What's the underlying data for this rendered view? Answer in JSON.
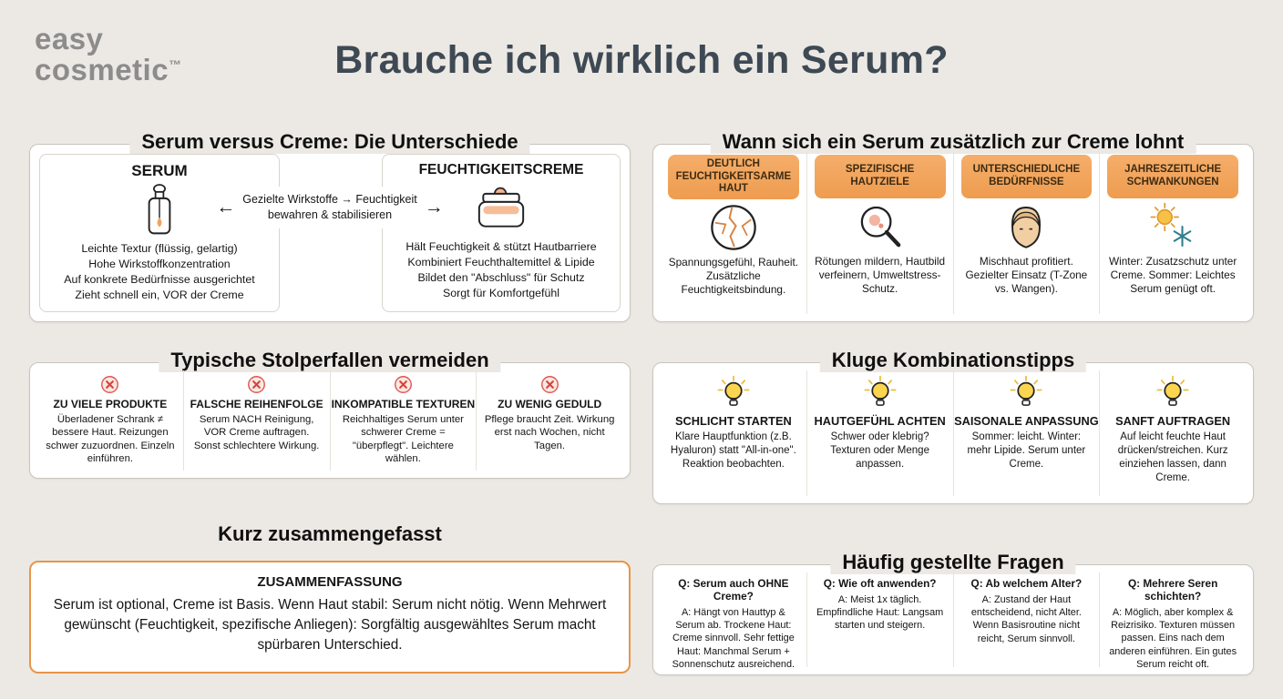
{
  "page": {
    "logo": {
      "line1": "easy",
      "line2": "cosmetic",
      "tm": "™"
    },
    "title": "Brauche ich wirklich ein Serum?"
  },
  "colors": {
    "background": "#ECE9E4",
    "accent_orange": "#F2A55F",
    "summary_border": "#E8954A",
    "error_red": "#D9534F",
    "bulb_yellow": "#FBD54F",
    "title_slate": "#3E4954",
    "logo_gray": "#8C8C8C"
  },
  "comparison": {
    "panel_title": "Serum versus Creme: Die Unterschiede",
    "serum": {
      "title": "SERUM",
      "icon": "serum-dropper-bottle-icon",
      "lines": [
        "Leichte Textur (flüssig, gelartig)",
        "Hohe Wirkstoffkonzentration",
        "Auf konkrete Bedürfnisse ausgerichtet",
        "Zieht schnell ein, VOR der Creme"
      ]
    },
    "flow": {
      "left_arrow": "←",
      "line1": "Gezielte Wirkstoffe → Feuchtigkeit",
      "line2": "bewahren & stabilisieren",
      "right_arrow": "→"
    },
    "cream": {
      "title": "FEUCHTIGKEITSCREME",
      "icon": "cream-jar-icon",
      "lines": [
        "Hält Feuchtigkeit & stützt Hautbarriere",
        "Kombiniert Feuchthaltemittel & Lipide",
        "Bildet den \"Abschluss\" für Schutz",
        "Sorgt für Komfortgefühl"
      ]
    }
  },
  "benefits": {
    "panel_title": "Wann sich ein Serum zusätzlich zur Creme lohnt",
    "items": [
      {
        "badge": "DEUTLICH FEUCHTIGKEITSARME HAUT",
        "icon": "cracked-dry-skin-icon",
        "text": "Spannungsgefühl, Rauheit. Zusätzliche Feuchtigkeitsbindung."
      },
      {
        "badge": "SPEZIFISCHE HAUTZIELE",
        "icon": "magnifier-skin-icon",
        "text": "Rötungen mildern, Hautbild verfeinern, Umweltstress-Schutz."
      },
      {
        "badge": "UNTERSCHIEDLICHE BEDÜRFNISSE",
        "icon": "face-icon",
        "text": "Mischhaut profitiert. Gezielter Einsatz (T-Zone vs. Wangen)."
      },
      {
        "badge": "JAHRESZEITLICHE SCHWANKUNGEN",
        "icon": "sun-snowflake-icon",
        "text": "Winter: Zusatzschutz unter Creme. Sommer: Leichtes Serum genügt oft."
      }
    ]
  },
  "pitfalls": {
    "panel_title": "Typische Stolperfallen vermeiden",
    "items": [
      {
        "icon": "error-cross-icon",
        "title": "ZU VIELE PRODUKTE",
        "text": "Überladener Schrank ≠ bessere Haut. Reizungen schwer zuzuordnen. Einzeln einführen."
      },
      {
        "icon": "error-cross-icon",
        "title": "FALSCHE REIHENFOLGE",
        "text": "Serum NACH Reinigung, VOR Creme auftragen. Sonst schlechtere Wirkung."
      },
      {
        "icon": "error-cross-icon",
        "title": "INKOMPATIBLE TEXTUREN",
        "text": "Reichhaltiges Serum unter schwerer Creme = \"überpflegt\". Leichtere wählen."
      },
      {
        "icon": "error-cross-icon",
        "title": "ZU WENIG GEDULD",
        "text": "Pflege braucht Zeit. Wirkung erst nach Wochen, nicht Tagen."
      }
    ]
  },
  "tips": {
    "panel_title": "Kluge Kombinationstipps",
    "items": [
      {
        "icon": "lightbulb-icon",
        "title": "SCHLICHT STARTEN",
        "text": "Klare Hauptfunktion (z.B. Hyaluron) statt \"All-in-one\". Reaktion beobachten."
      },
      {
        "icon": "lightbulb-icon",
        "title": "HAUTGEFÜHL ACHTEN",
        "text": "Schwer oder klebrig? Texturen oder Menge anpassen."
      },
      {
        "icon": "lightbulb-icon",
        "title": "SAISONALE ANPASSUNG",
        "text": "Sommer: leicht. Winter: mehr Lipide. Serum unter Creme."
      },
      {
        "icon": "lightbulb-icon",
        "title": "SANFT AUFTRAGEN",
        "text": "Auf leicht feuchte Haut drücken/streichen. Kurz einziehen lassen, dann Creme."
      }
    ]
  },
  "summary": {
    "heading": "Kurz zusammengefasst",
    "box_title": "ZUSAMMENFASSUNG",
    "text": "Serum ist optional, Creme ist Basis. Wenn Haut stabil: Serum nicht nötig. Wenn Mehrwert gewünscht (Feuchtigkeit, spezifische Anliegen): Sorgfältig ausgewähltes Serum macht spürbaren Unterschied."
  },
  "faq": {
    "panel_title": "Häufig gestellte Fragen",
    "items": [
      {
        "q": "Q: Serum auch OHNE Creme?",
        "a": "A: Hängt von Hauttyp & Serum ab. Trockene Haut: Creme sinnvoll. Sehr fettige Haut: Manchmal Serum + Sonnenschutz ausreichend."
      },
      {
        "q": "Q: Wie oft anwenden?",
        "a": "A: Meist 1x täglich. Empfindliche Haut: Langsam starten und steigern."
      },
      {
        "q": "Q: Ab welchem Alter?",
        "a": "A: Zustand der Haut entscheidend, nicht Alter. Wenn Basisroutine nicht reicht, Serum sinnvoll."
      },
      {
        "q": "Q: Mehrere Seren schichten?",
        "a": "A: Möglich, aber komplex & Reizrisiko. Texturen müssen passen. Eins nach dem anderen einführen. Ein gutes Serum reicht oft."
      }
    ]
  }
}
